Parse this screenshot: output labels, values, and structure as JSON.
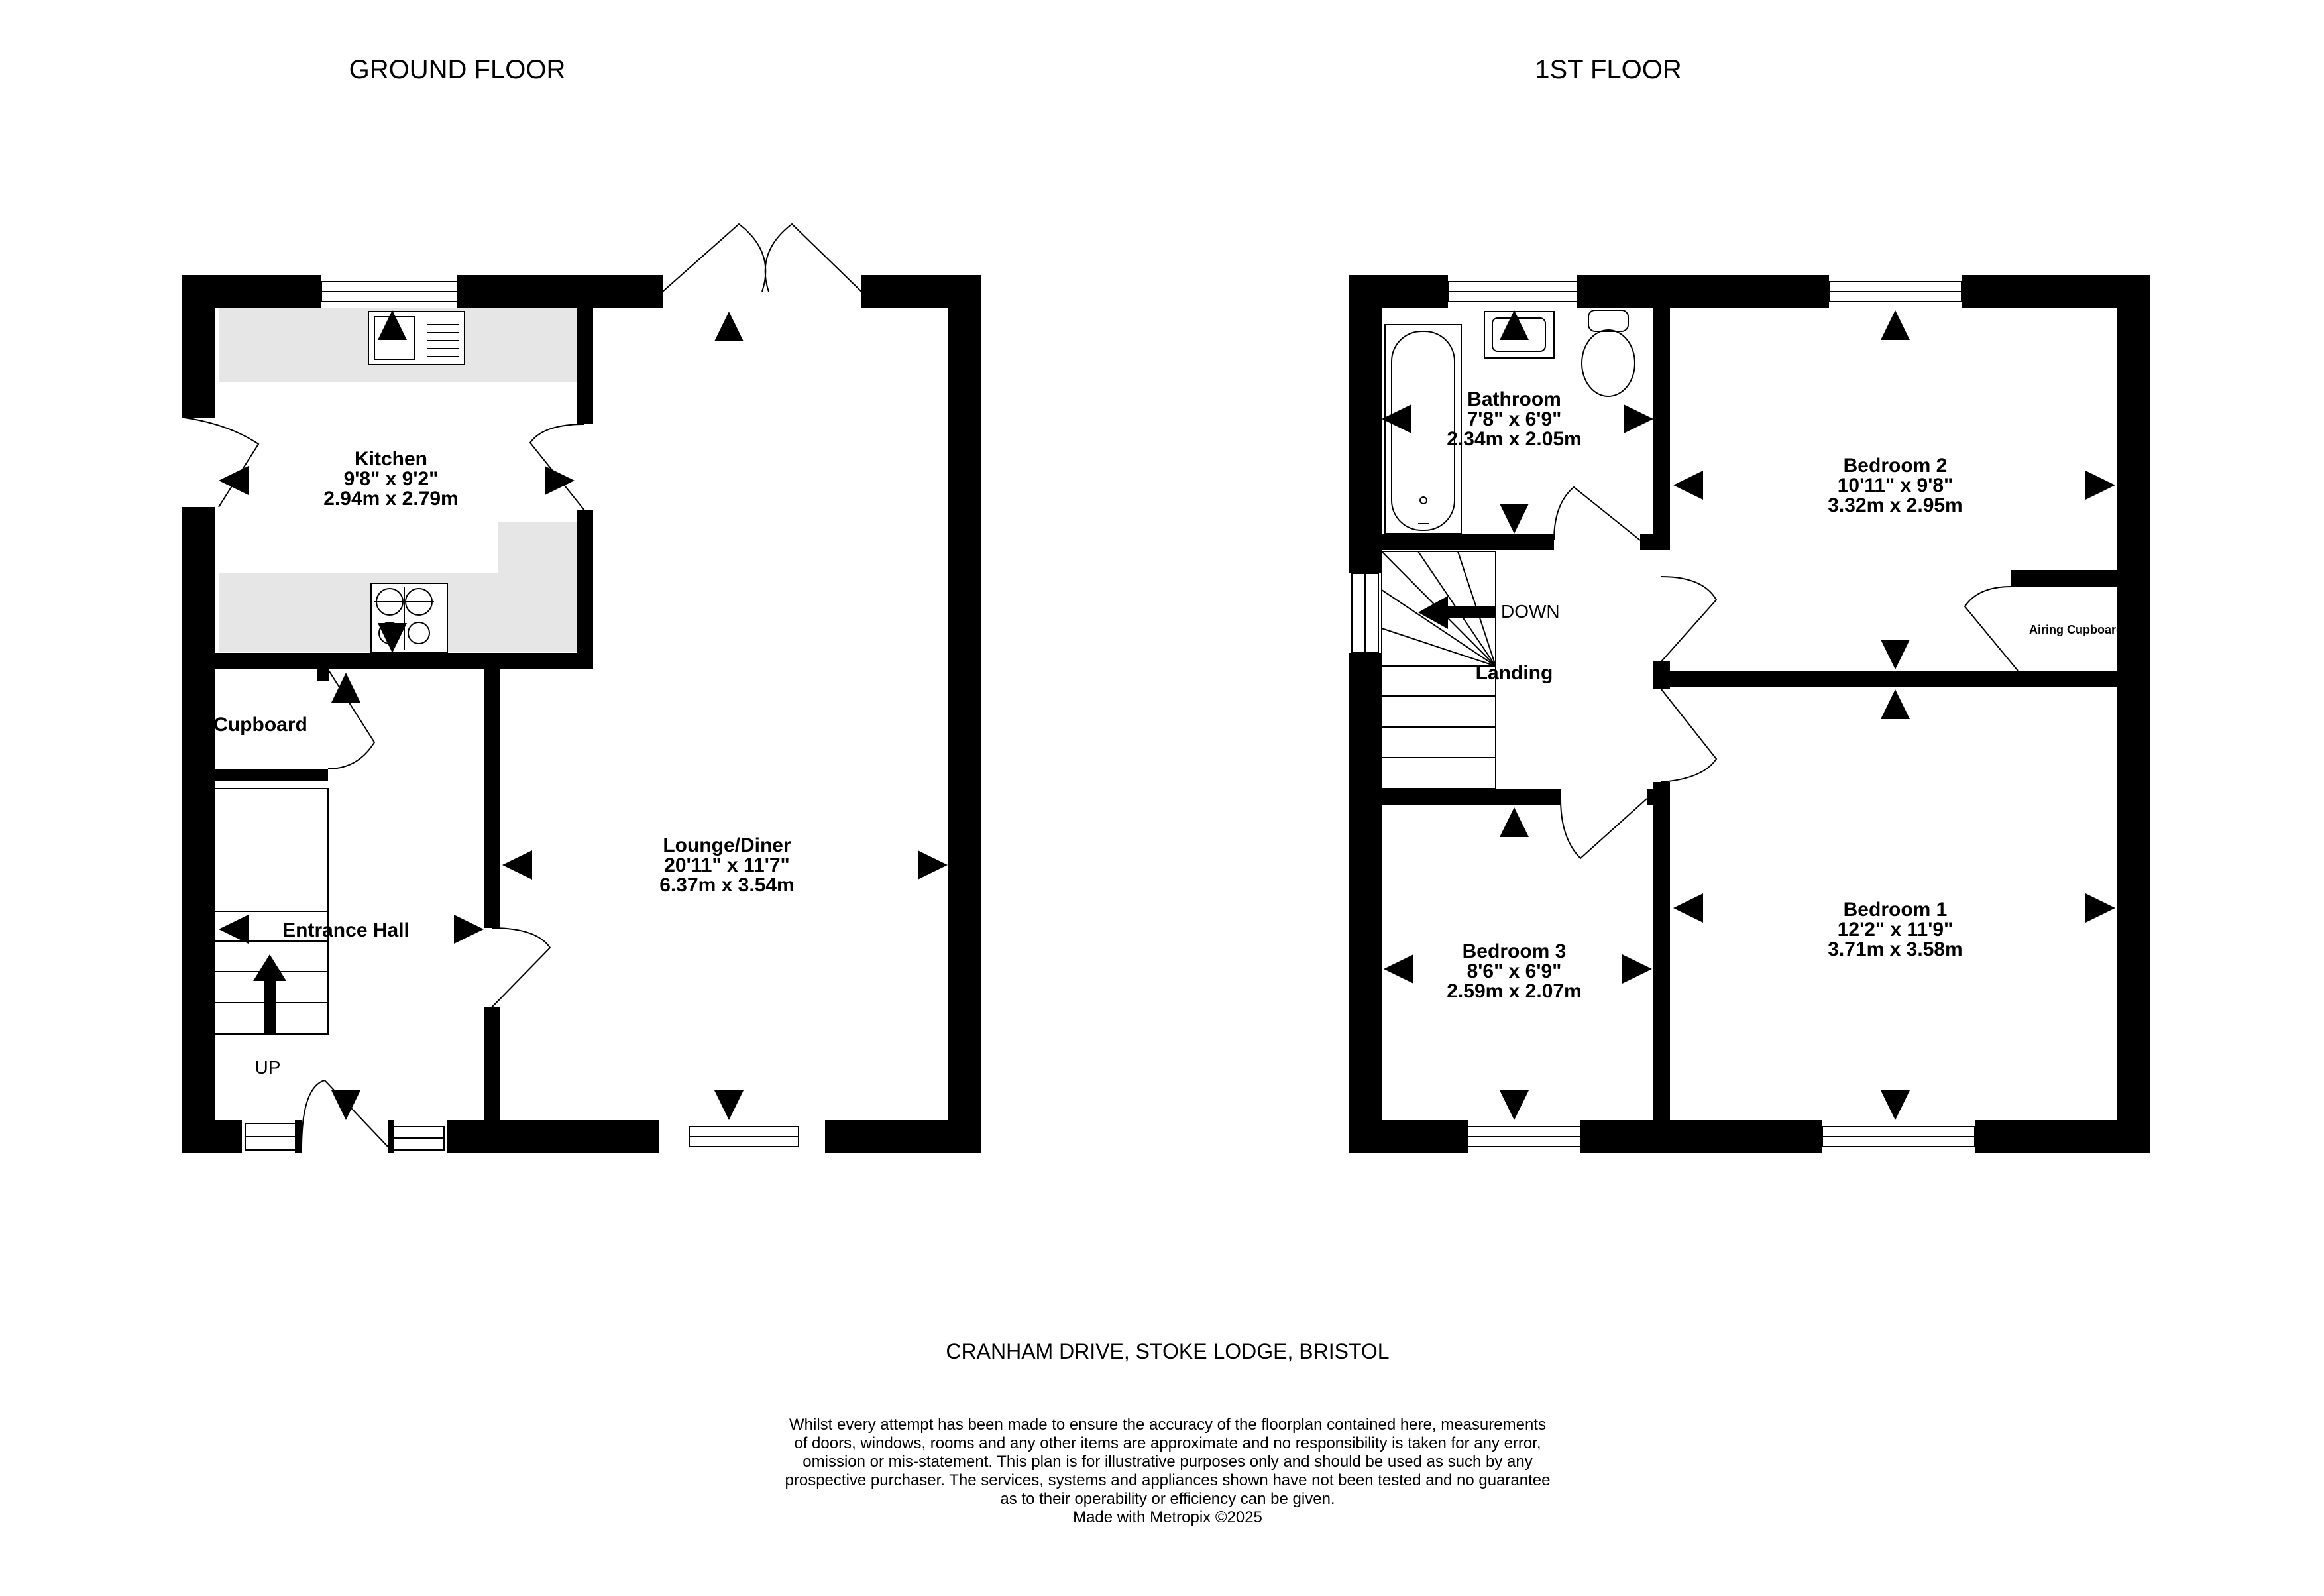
{
  "floors": {
    "ground": {
      "title": "GROUND FLOOR"
    },
    "first": {
      "title": "1ST FLOOR"
    }
  },
  "rooms": {
    "kitchen": {
      "name": "Kitchen",
      "imperial": "9'8\"  x 9'2\"",
      "metric": "2.94m  x 2.79m"
    },
    "lounge": {
      "name": "Lounge/Diner",
      "imperial": "20'11\"  x 11'7\"",
      "metric": "6.37m  x 3.54m"
    },
    "cupboard": {
      "name": "Cupboard"
    },
    "entrance_hall": {
      "name": "Entrance Hall"
    },
    "bathroom": {
      "name": "Bathroom",
      "imperial": "7'8\"  x 6'9\"",
      "metric": "2.34m  x 2.05m"
    },
    "bedroom2": {
      "name": "Bedroom 2",
      "imperial": "10'11\"  x 9'8\"",
      "metric": "3.32m  x 2.95m"
    },
    "airing": {
      "name": "Airing Cupboard"
    },
    "landing": {
      "name": "Landing"
    },
    "bedroom1": {
      "name": "Bedroom 1",
      "imperial": "12'2\"  x 11'9\"",
      "metric": "3.71m  x 3.58m"
    },
    "bedroom3": {
      "name": "Bedroom 3",
      "imperial": "8'6\"  x 6'9\"",
      "metric": "2.59m  x 2.07m"
    }
  },
  "stairs": {
    "up_label": "UP",
    "down_label": "DOWN"
  },
  "footer": {
    "address": "CRANHAM DRIVE, STOKE LODGE, BRISTOL",
    "disclaimer_lines": [
      "Whilst every attempt has been made to ensure the accuracy of the floorplan contained here, measurements",
      "of doors, windows, rooms and any other items are approximate and no responsibility is taken for any error,",
      "omission or mis-statement. This plan is for illustrative purposes only and should be used as such by any",
      "prospective purchaser. The services, systems and appliances shown have not been tested and no guarantee",
      "as to their operability or efficiency can be given.",
      "Made with Metropix ©2025"
    ]
  }
}
